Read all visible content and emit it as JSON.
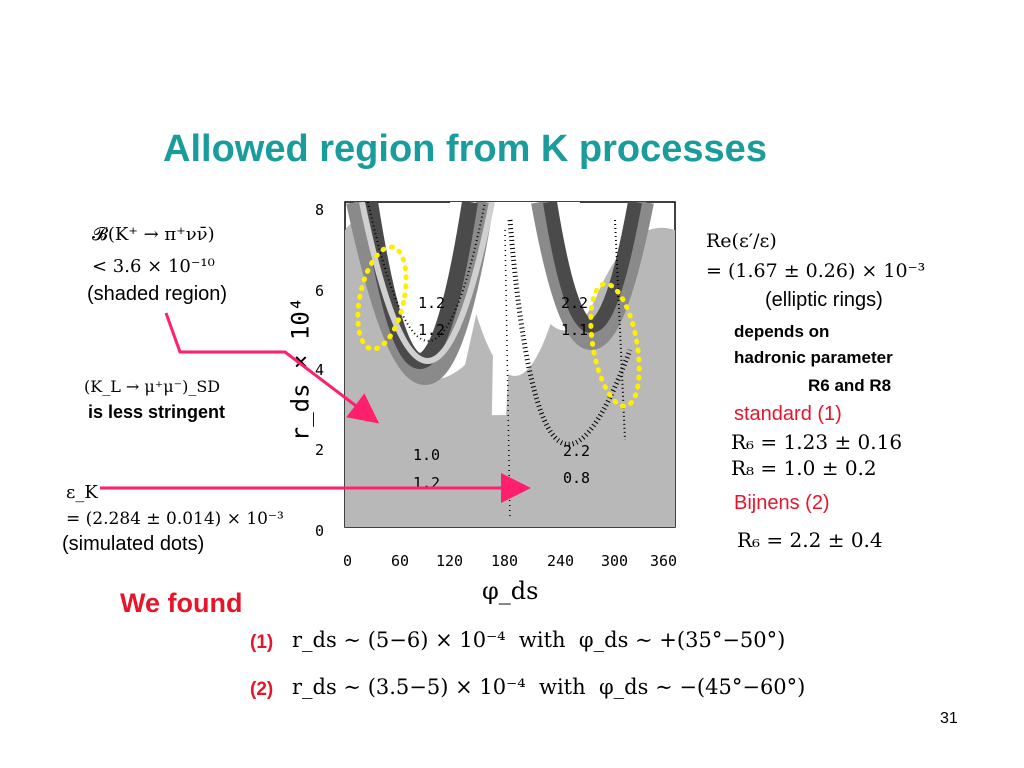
{
  "title": "Allowed region from K processes",
  "left": {
    "bk_formula": "𝓑(K⁺ → π⁺νν̄)",
    "bk_bound": "< 3.6 × 10⁻¹⁰",
    "bk_note": "(shaded region)",
    "kl_formula": "(K_L → μ⁺μ⁻)_SD",
    "kl_note": "is less stringent",
    "eps_formula": "ε_K",
    "eps_value": "= (2.284 ± 0.014) × 10⁻³",
    "eps_note": "(simulated dots)"
  },
  "right": {
    "re_formula": "Re(ε′/ε)",
    "re_value": "= (1.67 ± 0.26) × 10⁻³",
    "re_note": "(elliptic rings)",
    "dep1": "depends on",
    "dep2": "hadronic parameter",
    "dep3": "R6 and R8",
    "standard_label": "standard (1)",
    "r6_std": "R₆ = 1.23 ± 0.16",
    "r8_std": "R₈ = 1.0 ± 0.2",
    "bijnens_label": "Bijnens (2)",
    "r6_bij": "R₆ = 2.2 ± 0.4"
  },
  "plot": {
    "y_label": "r_ds × 10⁴",
    "x_label": "φ_ds",
    "y_ticks": [
      "8",
      "6",
      "4",
      "2",
      "0"
    ],
    "x_ticks": [
      "0",
      "60",
      "120",
      "180",
      "240",
      "300",
      "360"
    ],
    "inner_labels": [
      "1.2",
      "1.2",
      "2.2",
      "1.1",
      "1.0",
      "1.2",
      "2.2",
      "0.8"
    ]
  },
  "found": {
    "heading": "We found",
    "item1_num": "(1)",
    "item1_text": "r_ds ∼ (5−6) × 10⁻⁴  with  φ_ds ∼ +(35°−50°)",
    "item2_num": "(2)",
    "item2_text": "r_ds ∼ (3.5−5) × 10⁻⁴  with  φ_ds ∼ −(45°−60°)"
  },
  "page_number": "31",
  "colors": {
    "title": "#1a9c9c",
    "accent_red": "#e8142a",
    "arrow": "#ff1f6d",
    "dots_yellow": "#ffee00"
  }
}
